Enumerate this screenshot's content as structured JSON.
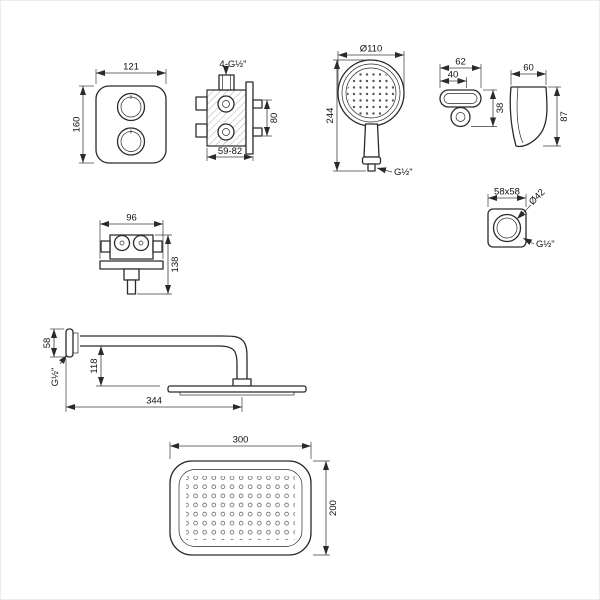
{
  "drawing": {
    "faceplate": {
      "width": "121",
      "height": "160"
    },
    "valve_section": {
      "ports_thread": "4-G½\"",
      "height": "80",
      "depth_range": "59-82"
    },
    "hand_shower": {
      "head_diameter": "Ø110",
      "length": "244",
      "thread": "G½\""
    },
    "bracket_top": {
      "width": "62",
      "base_width": "40",
      "depth": "38"
    },
    "bracket_side": {
      "width": "60",
      "height": "87"
    },
    "wall_elbow": {
      "plate_size": "58x58",
      "diameter": "Ø42",
      "thread": "G½\""
    },
    "valve_body": {
      "width": "96",
      "height": "138"
    },
    "shower_arm": {
      "flange_size": "58",
      "thread": "G½\"",
      "drop": "118",
      "reach": "344"
    },
    "head_plan": {
      "width": "300",
      "depth": "200"
    }
  }
}
